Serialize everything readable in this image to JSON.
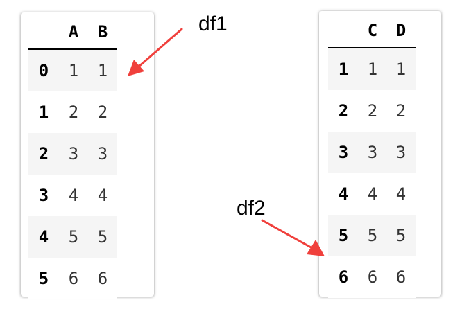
{
  "df1": {
    "label": "df1",
    "columns": [
      "",
      "A",
      "B"
    ],
    "rows": [
      {
        "index": "0",
        "values": [
          "1",
          "1"
        ]
      },
      {
        "index": "1",
        "values": [
          "2",
          "2"
        ]
      },
      {
        "index": "2",
        "values": [
          "3",
          "3"
        ]
      },
      {
        "index": "3",
        "values": [
          "4",
          "4"
        ]
      },
      {
        "index": "4",
        "values": [
          "5",
          "5"
        ]
      },
      {
        "index": "5",
        "values": [
          "6",
          "6"
        ]
      }
    ]
  },
  "df2": {
    "label": "df2",
    "columns": [
      "",
      "C",
      "D"
    ],
    "rows": [
      {
        "index": "1",
        "values": [
          "1",
          "1"
        ]
      },
      {
        "index": "2",
        "values": [
          "2",
          "2"
        ]
      },
      {
        "index": "3",
        "values": [
          "3",
          "3"
        ]
      },
      {
        "index": "4",
        "values": [
          "4",
          "4"
        ]
      },
      {
        "index": "5",
        "values": [
          "5",
          "5"
        ]
      },
      {
        "index": "6",
        "values": [
          "6",
          "6"
        ]
      }
    ]
  },
  "colors": {
    "arrow": "#f0403c",
    "stripe": "#f5f5f5",
    "header_rule": "#000000"
  }
}
